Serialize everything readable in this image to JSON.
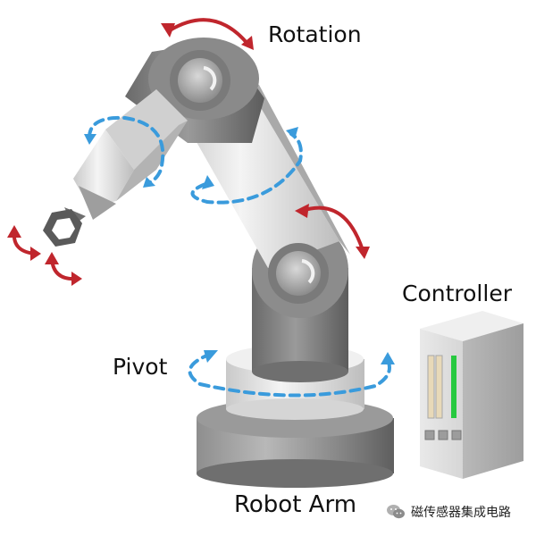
{
  "labels": {
    "rotation": "Rotation",
    "controller": "Controller",
    "pivot": "Pivot",
    "robot_arm": "Robot Arm"
  },
  "watermark": {
    "text": "磁传感器集成电路",
    "icon": "wechat-icon"
  },
  "colors": {
    "rotation_arrow": "#c0262d",
    "pivot_arrow": "#3a9bdc",
    "arm_light": "#e2e2e2",
    "arm_dark": "#7b7b7b",
    "controller_indicator": "#27c93f"
  }
}
